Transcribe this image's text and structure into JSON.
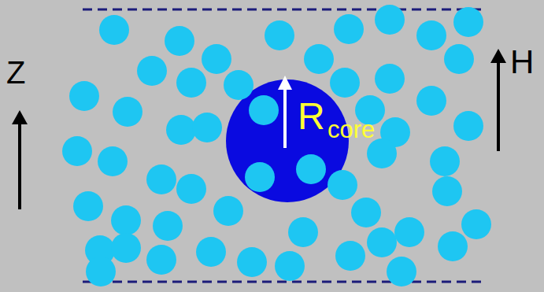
{
  "diagram": {
    "nodes": [
      {
        "text": [
          "R",
          "core"
        ]
      }
    ],
    "labels": [
      "Z",
      "H"
    ]
  }
}
